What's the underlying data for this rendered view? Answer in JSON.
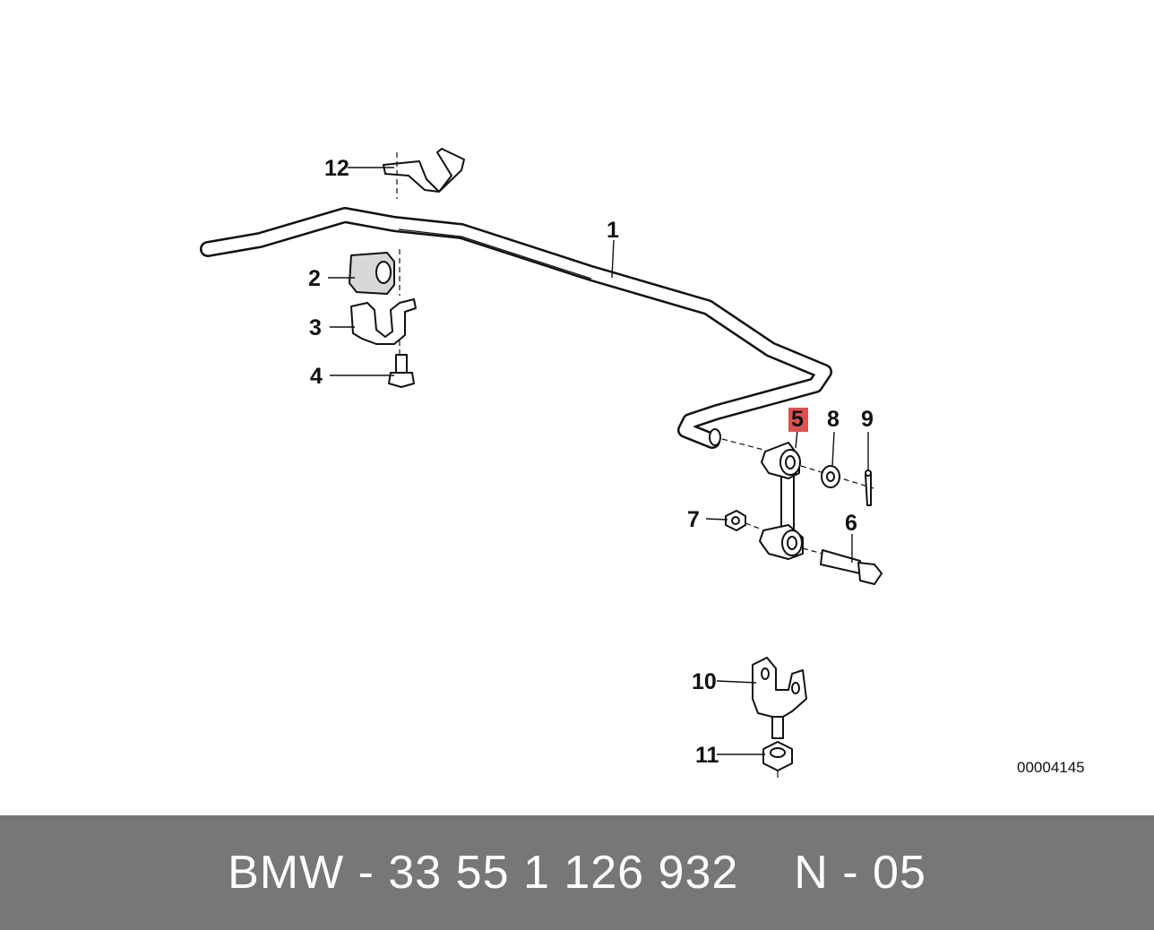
{
  "diagram": {
    "callouts": [
      {
        "id": "1",
        "label": "1",
        "highlighted": false
      },
      {
        "id": "2",
        "label": "2",
        "highlighted": false
      },
      {
        "id": "3",
        "label": "3",
        "highlighted": false
      },
      {
        "id": "4",
        "label": "4",
        "highlighted": false
      },
      {
        "id": "5",
        "label": "5",
        "highlighted": true
      },
      {
        "id": "6",
        "label": "6",
        "highlighted": false
      },
      {
        "id": "7",
        "label": "7",
        "highlighted": false
      },
      {
        "id": "8",
        "label": "8",
        "highlighted": false
      },
      {
        "id": "9",
        "label": "9",
        "highlighted": false
      },
      {
        "id": "10",
        "label": "10",
        "highlighted": false
      },
      {
        "id": "11",
        "label": "11",
        "highlighted": false
      },
      {
        "id": "12",
        "label": "12",
        "highlighted": false
      }
    ],
    "reference_number": "00004145",
    "highlight_color": "#e05050"
  },
  "footer": {
    "part_text": "BMW - 33 55 1 126 932",
    "position_text": "N - 05",
    "background_color": "#777777"
  }
}
